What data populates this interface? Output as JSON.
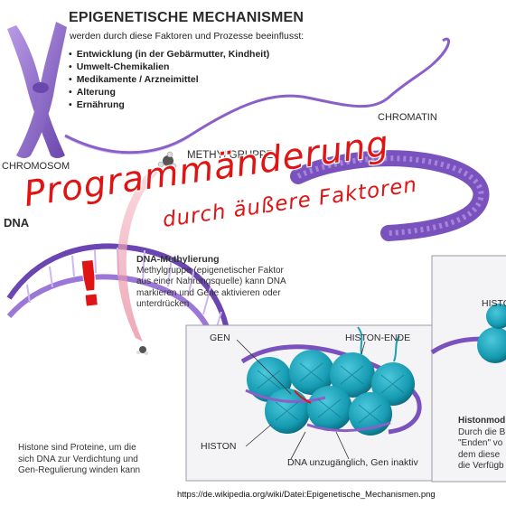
{
  "header": {
    "title": "EPIGENETISCHE MECHANISMEN",
    "subtitle": "werden durch diese Faktoren und Prozesse beeinflusst:",
    "factors": [
      "Entwicklung (in der Gebärmutter, Kindheit)",
      "Umwelt-Chemikalien",
      "Medikamente / Arzneimittel",
      "Alterung",
      "Ernährung"
    ]
  },
  "labels": {
    "chromosom": "CHROMOSOM",
    "chromatin": "CHROMATIN",
    "methylgruppe": "METHYLGRUPPE",
    "dna": "DNA",
    "gen": "GEN",
    "histon_ende": "HISTON-ENDE",
    "histon": "HISTON",
    "histo_cut": "HISTO",
    "dna_unzugaenglich": "DNA unzugänglich, Gen inaktiv"
  },
  "methylation": {
    "heading": "DNA-Methylierung",
    "lines": [
      "Methylgruppe (epigenetischer Faktor",
      "aus einer Nahrungsquelle) kann DNA",
      "markieren und Gene aktivieren oder",
      "unterdrücken"
    ]
  },
  "histone_note": {
    "lines": [
      "Histone sind Proteine, um die",
      "sich DNA zur Verdichtung und",
      "Gen-Regulierung winden kann"
    ]
  },
  "histone_mod": {
    "heading": "Histonmod",
    "lines": [
      "Durch die B",
      "\"Enden\" vo",
      "dem diese",
      "die Verfügb"
    ]
  },
  "overlay": {
    "main": "Programmänderung",
    "sub": "durch äußere Faktoren",
    "exclamation": "!"
  },
  "source_url": "https://de.wikipedia.org/wiki/Datei:Epigenetische_Mechanismen.png",
  "colors": {
    "purple": "#8a5fc7",
    "purple_dark": "#5b3a9a",
    "histone_teal": "#1a9fb4",
    "histone_dark": "#0d6f82",
    "box_bg": "#f4f4f6",
    "overlay_red": "#e01414"
  }
}
